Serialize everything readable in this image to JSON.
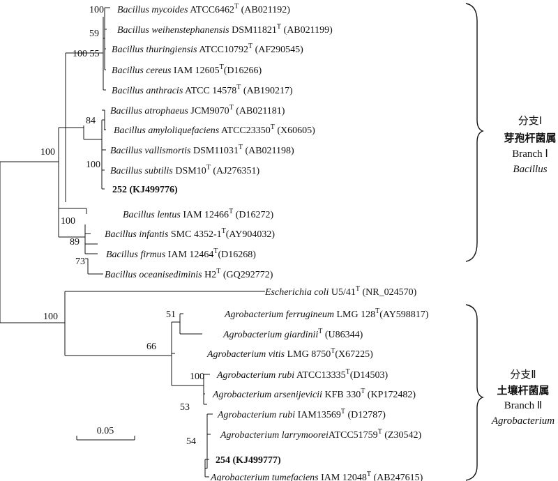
{
  "taxa": [
    {
      "name": "Bacillus mycoides",
      "suffix": " ATCC6462",
      "type_mark": "T",
      "tail": " (AB021192)"
    },
    {
      "name": "Bacillus weihenstephanensis",
      "suffix": " DSM11821",
      "type_mark": "T",
      "tail": " (AB021199)"
    },
    {
      "name": "Bacillus thuringiensis",
      "suffix": " ATCC10792",
      "type_mark": "T",
      "tail": " (AF290545)"
    },
    {
      "name": "Bacillus cereus",
      "suffix": " IAM 12605",
      "type_mark": "T",
      "tail": "(D16266)"
    },
    {
      "name": "Bacillus anthracis",
      "suffix": " ATCC 14578",
      "type_mark": "T",
      "tail": " (AB190217)"
    },
    {
      "name": "Bacillus atrophaeus",
      "suffix": " JCM9070",
      "type_mark": "T",
      "tail": " (AB021181)"
    },
    {
      "name": "Bacillus amyloliquefaciens",
      "suffix": " ATCC23350",
      "type_mark": "T",
      "tail": " (X60605)"
    },
    {
      "name": "Bacillus vallismortis",
      "suffix": " DSM11031",
      "type_mark": "T",
      "tail": " (AB021198)"
    },
    {
      "name": "Bacillus subtilis",
      "suffix": " DSM10",
      "type_mark": "T",
      "tail": " (AJ276351)"
    },
    {
      "name": "",
      "suffix": "252 (KJ499776)",
      "type_mark": "",
      "tail": "",
      "bold": true
    },
    {
      "name": "Bacillus lentus",
      "suffix": " IAM 12466",
      "type_mark": "T",
      "tail": " (D16272)"
    },
    {
      "name": "Bacillus infantis",
      "suffix": " SMC 4352-1",
      "type_mark": "T",
      "tail": "(AY904032)"
    },
    {
      "name": "Bacillus firmus",
      "suffix": " IAM 12464",
      "type_mark": "T",
      "tail": "(D16268)"
    },
    {
      "name": "Bacillus oceanisediminis",
      "suffix": " H2",
      "type_mark": "T",
      "tail": " (GQ292772)"
    },
    {
      "name": "Escherichia coli",
      "suffix": " U5/41",
      "type_mark": "T",
      "tail": " (NR_024570)"
    },
    {
      "name": "Agrobacterium ferrugineum",
      "suffix": " LMG 128",
      "type_mark": "T",
      "tail": "(AY598817)"
    },
    {
      "name": "Agrobacterium giardinii",
      "suffix": "",
      "type_mark": "T",
      "tail": " (U86344)"
    },
    {
      "name": "Agrobacterium vitis",
      "suffix": " LMG 8750",
      "type_mark": "T",
      "tail": "(X67225)"
    },
    {
      "name": "Agrobacterium rubi",
      "suffix": " ATCC13335",
      "type_mark": "T",
      "tail": "(D14503)"
    },
    {
      "name": "Agrobacterium arsenijevicii",
      "suffix": " KFB 330",
      "type_mark": "T",
      "tail": " (KP172482)"
    },
    {
      "name": "Agrobacterium rubi",
      "suffix": " IAM13569",
      "type_mark": "T",
      "tail": " (D12787)"
    },
    {
      "name": "Agrobacterium larrymoorei",
      "suffix": "ATCC51759",
      "type_mark": "T",
      "tail": " (Z30542)"
    },
    {
      "name": "",
      "suffix": "254 (KJ499777)",
      "type_mark": "",
      "tail": "",
      "bold": true
    },
    {
      "name": "Agrobacterium tumefaciens",
      "suffix": " IAM 12048",
      "type_mark": "T",
      "tail": " (AB247615)"
    }
  ],
  "bootstrap_values": [
    "100",
    "59",
    "100 55",
    "84",
    "100",
    "100",
    "89",
    "73",
    "100",
    "51",
    "100",
    "66",
    "100",
    "53",
    "54"
  ],
  "groups": [
    {
      "cn": "分支Ⅰ",
      "genus_cn": "芽孢杆菌属",
      "branch": "Branch Ⅰ",
      "genus": "Bacillus"
    },
    {
      "cn": "分支Ⅱ",
      "genus_cn": "土壤杆菌属",
      "branch": "Branch Ⅱ",
      "genus": "Agrobacterium"
    }
  ],
  "scale_bar": {
    "label": "0.05"
  }
}
